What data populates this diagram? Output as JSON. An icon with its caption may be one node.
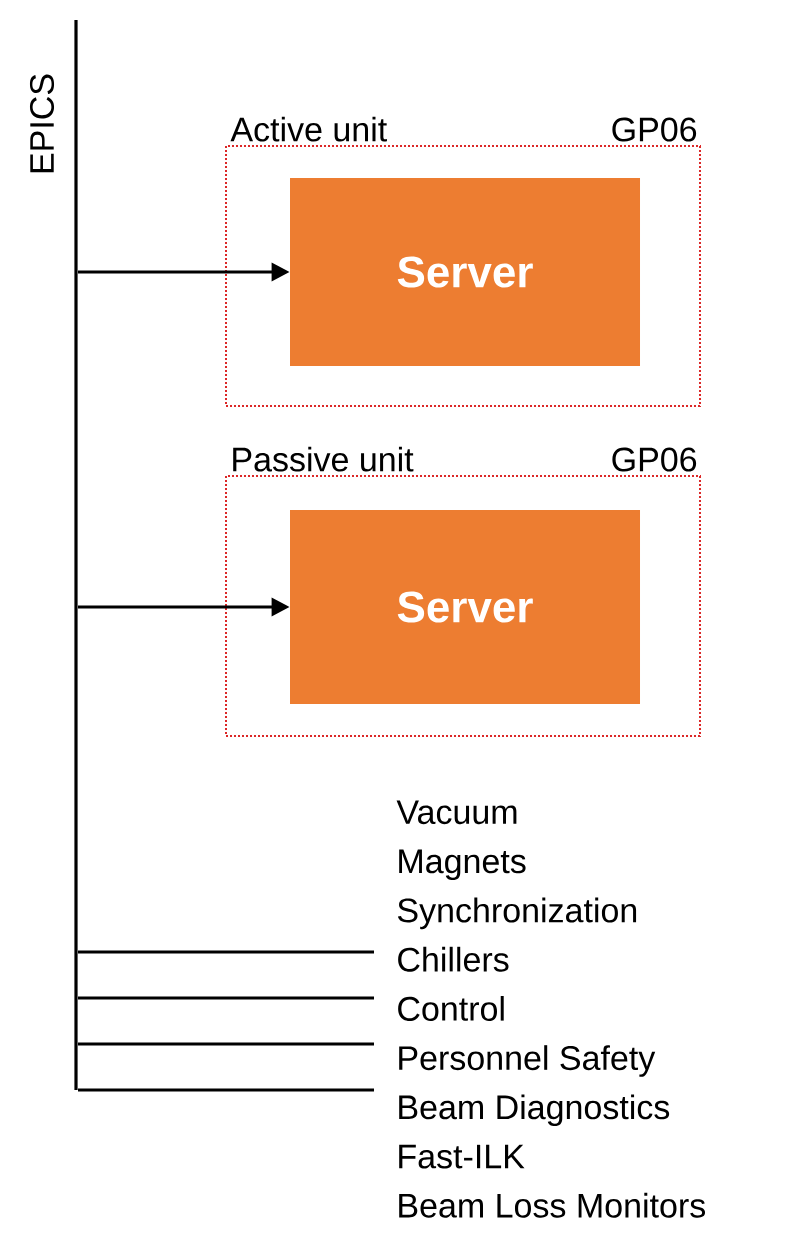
{
  "diagram": {
    "nodes": [
      {
        "text": [
          "EPICS"
        ]
      },
      {
        "text": [
          "Active unit",
          "GP06"
        ]
      },
      {
        "text": [
          "Server"
        ],
        "in": 1
      },
      {
        "text": [
          "Passive unit",
          "GP06"
        ]
      },
      {
        "text": [
          "Server"
        ],
        "in": 3
      },
      {
        "text": [
          "Vacuum",
          "Magnets",
          "Synchronization",
          "Chillers",
          "Control",
          "Personnel Safety",
          "Beam Diagnostics",
          "Fast-ILK",
          "Beam Loss Monitors"
        ]
      }
    ],
    "edges": [
      {
        "from": 0,
        "to": 2,
        "arrow": "to"
      },
      {
        "from": 0,
        "to": 4,
        "arrow": "to"
      },
      {
        "from": 0,
        "to": 5,
        "arrow": "none"
      },
      {
        "from": 0,
        "to": 5,
        "arrow": "none"
      },
      {
        "from": 0,
        "to": 5,
        "arrow": "none"
      },
      {
        "from": 0,
        "to": 5,
        "arrow": "none"
      }
    ]
  }
}
